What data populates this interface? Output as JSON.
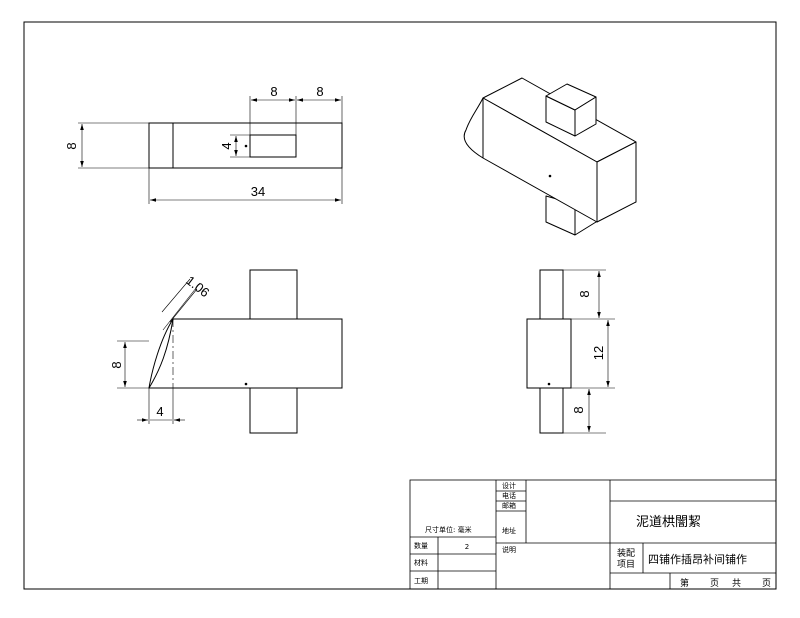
{
  "drawing": {
    "views": {
      "top": {
        "dims": {
          "height": "8",
          "total_length": "34",
          "slot_width": "8",
          "slot_offset": "8",
          "slot_height": "4"
        }
      },
      "front": {
        "dims": {
          "chamfer": "1.06",
          "height": "8",
          "depth": "4"
        }
      },
      "side": {
        "dims": {
          "top_tenon": "8",
          "body": "12",
          "bottom_tenon": "8"
        }
      }
    },
    "title_block": {
      "unit_label": "尺寸单位: 毫米",
      "quantity_label": "数量",
      "quantity_value": "2",
      "material_label": "材料",
      "process_label": "工期",
      "design_label": "设计",
      "phone_label": "电话",
      "email_label": "邮箱",
      "address_label": "地址",
      "notes_label": "说明",
      "part_name": "泥道栱闇絜",
      "assembly_label_line1": "装配",
      "assembly_label_line2": "项目",
      "assembly_name": "四铺作插昂补间铺作",
      "page_label": "第",
      "page_unit": "页",
      "total_label": "共",
      "total_unit": "页"
    }
  }
}
